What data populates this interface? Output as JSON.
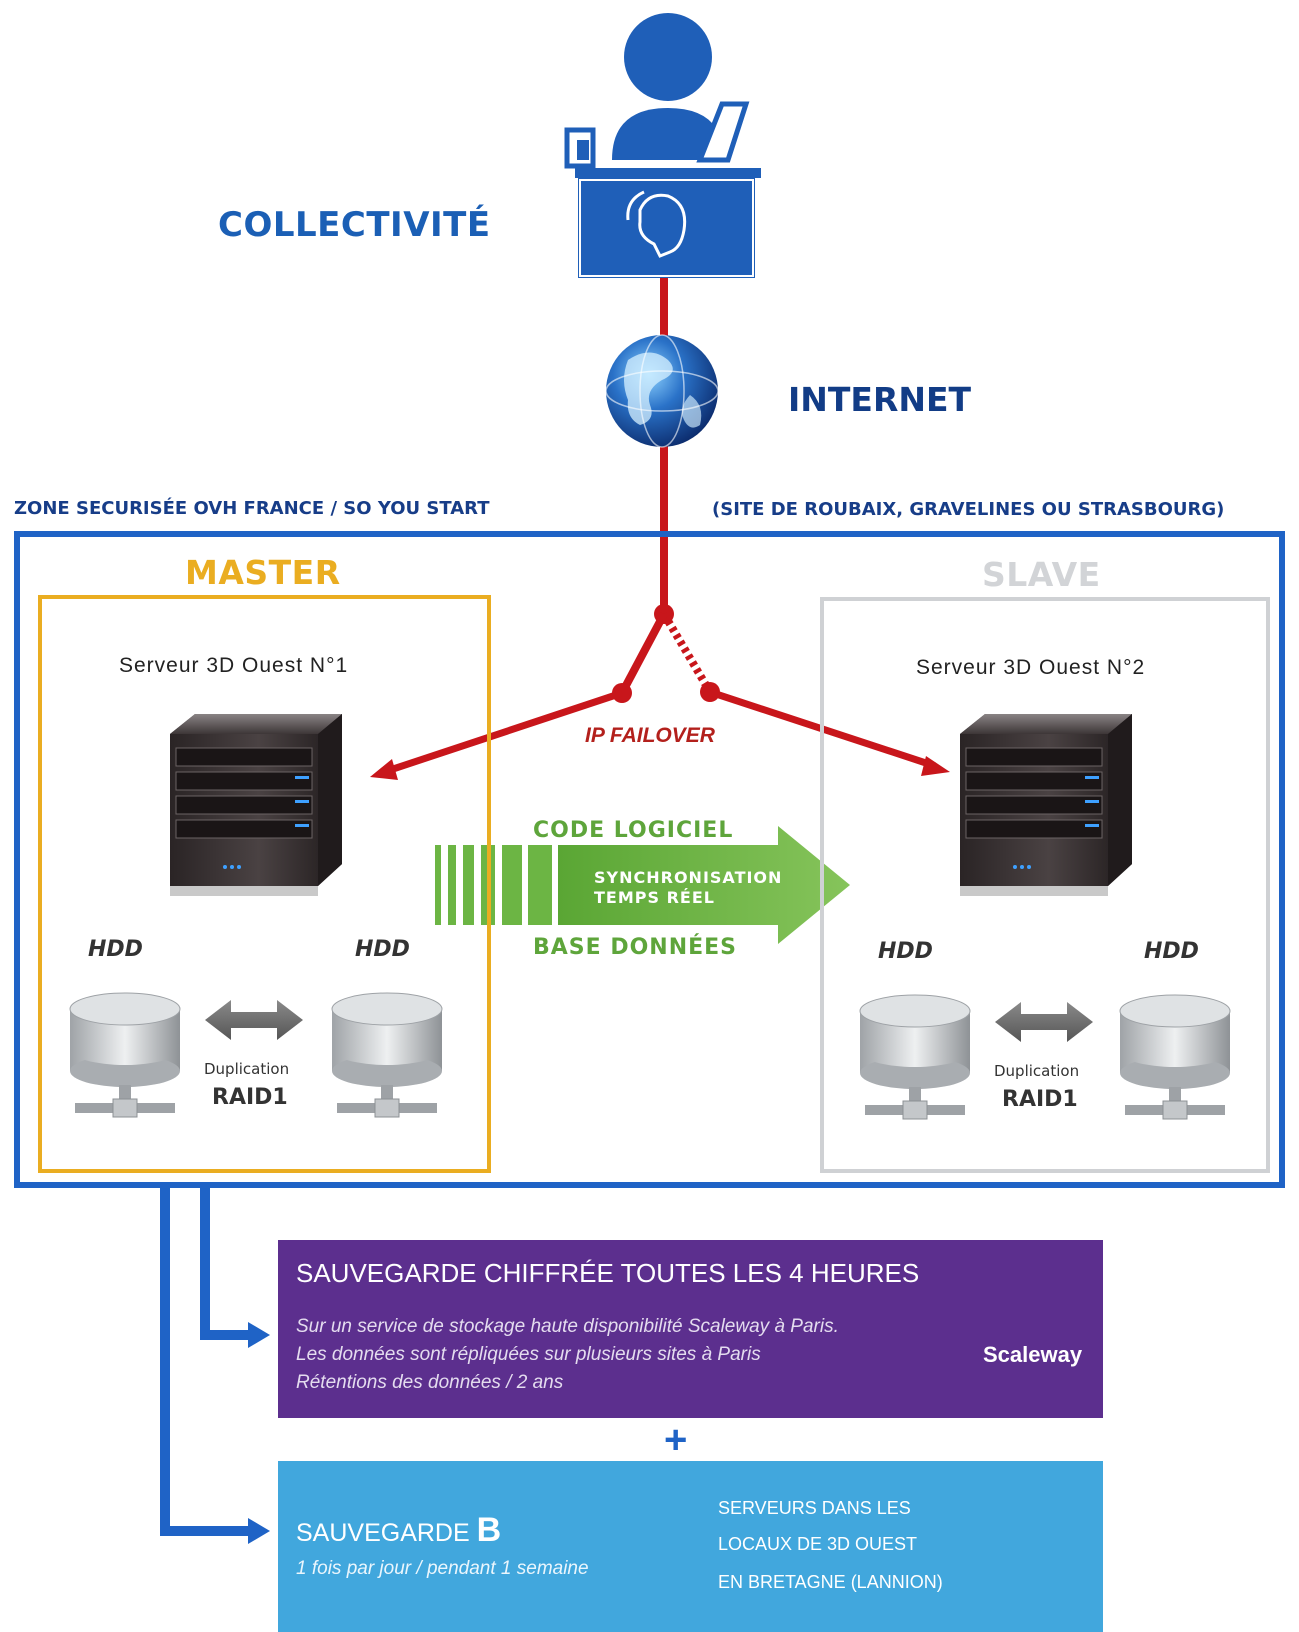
{
  "top": {
    "collectivite": "COLLECTIVITÉ",
    "internet": "INTERNET"
  },
  "zone": {
    "title": "ZONE SECURISÉE OVH FRANCE / SO YOU START",
    "site": "(SITE DE ROUBAIX, GRAVELINES OU STRASBOURG)"
  },
  "master": {
    "label": "MASTER",
    "server": "Serveur 3D Ouest N°1",
    "hdd_left": "HDD",
    "hdd_right": "HDD",
    "duplication": "Duplication",
    "raid": "RAID1"
  },
  "slave": {
    "label": "SLAVE",
    "server": "Serveur 3D Ouest N°2",
    "hdd_left": "HDD",
    "hdd_right": "HDD",
    "duplication": "Duplication",
    "raid": "RAID1"
  },
  "failover": "IP FAILOVER",
  "sync": {
    "code": "CODE LOGICIEL",
    "line1": "SYNCHRONISATION",
    "line2": "TEMPS RÉEL",
    "base": "BASE DONNÉES"
  },
  "backup_scaleway": {
    "title": "SAUVEGARDE CHIFFRÉE TOUTES LES 4 HEURES",
    "line1": "Sur un service de stockage haute disponibilité Scaleway à Paris.",
    "line2": "Les données sont répliquées sur plusieurs sites à Paris",
    "line3": "Rétentions des données / 2 ans",
    "logo_text": "Scaleway"
  },
  "plus": "+",
  "backup_b": {
    "title_word": "SAUVEGARDE",
    "title_letter": "B",
    "subtitle": "1 fois par jour / pendant 1 semaine",
    "right1": "SERVEURS DANS LES",
    "right2": "LOCAUX DE 3D OUEST",
    "right3": "EN BRETAGNE (LANNION)"
  },
  "colors": {
    "zone_blue": "#1f63c6",
    "master_gold": "#eaad21",
    "slave_grey": "#cfd1d4",
    "failover_red": "#c8161b",
    "sync_green": "#6cb544",
    "scaleway_purple": "#5c2f8e",
    "backup_blue": "#41a7dd"
  },
  "icons": [
    "person-at-desk-icon",
    "globe-icon",
    "server-tower-icon",
    "hdd-stack-icon",
    "double-arrow-icon",
    "scaleway-logo-icon",
    "3d-ouest-logo-icon"
  ]
}
